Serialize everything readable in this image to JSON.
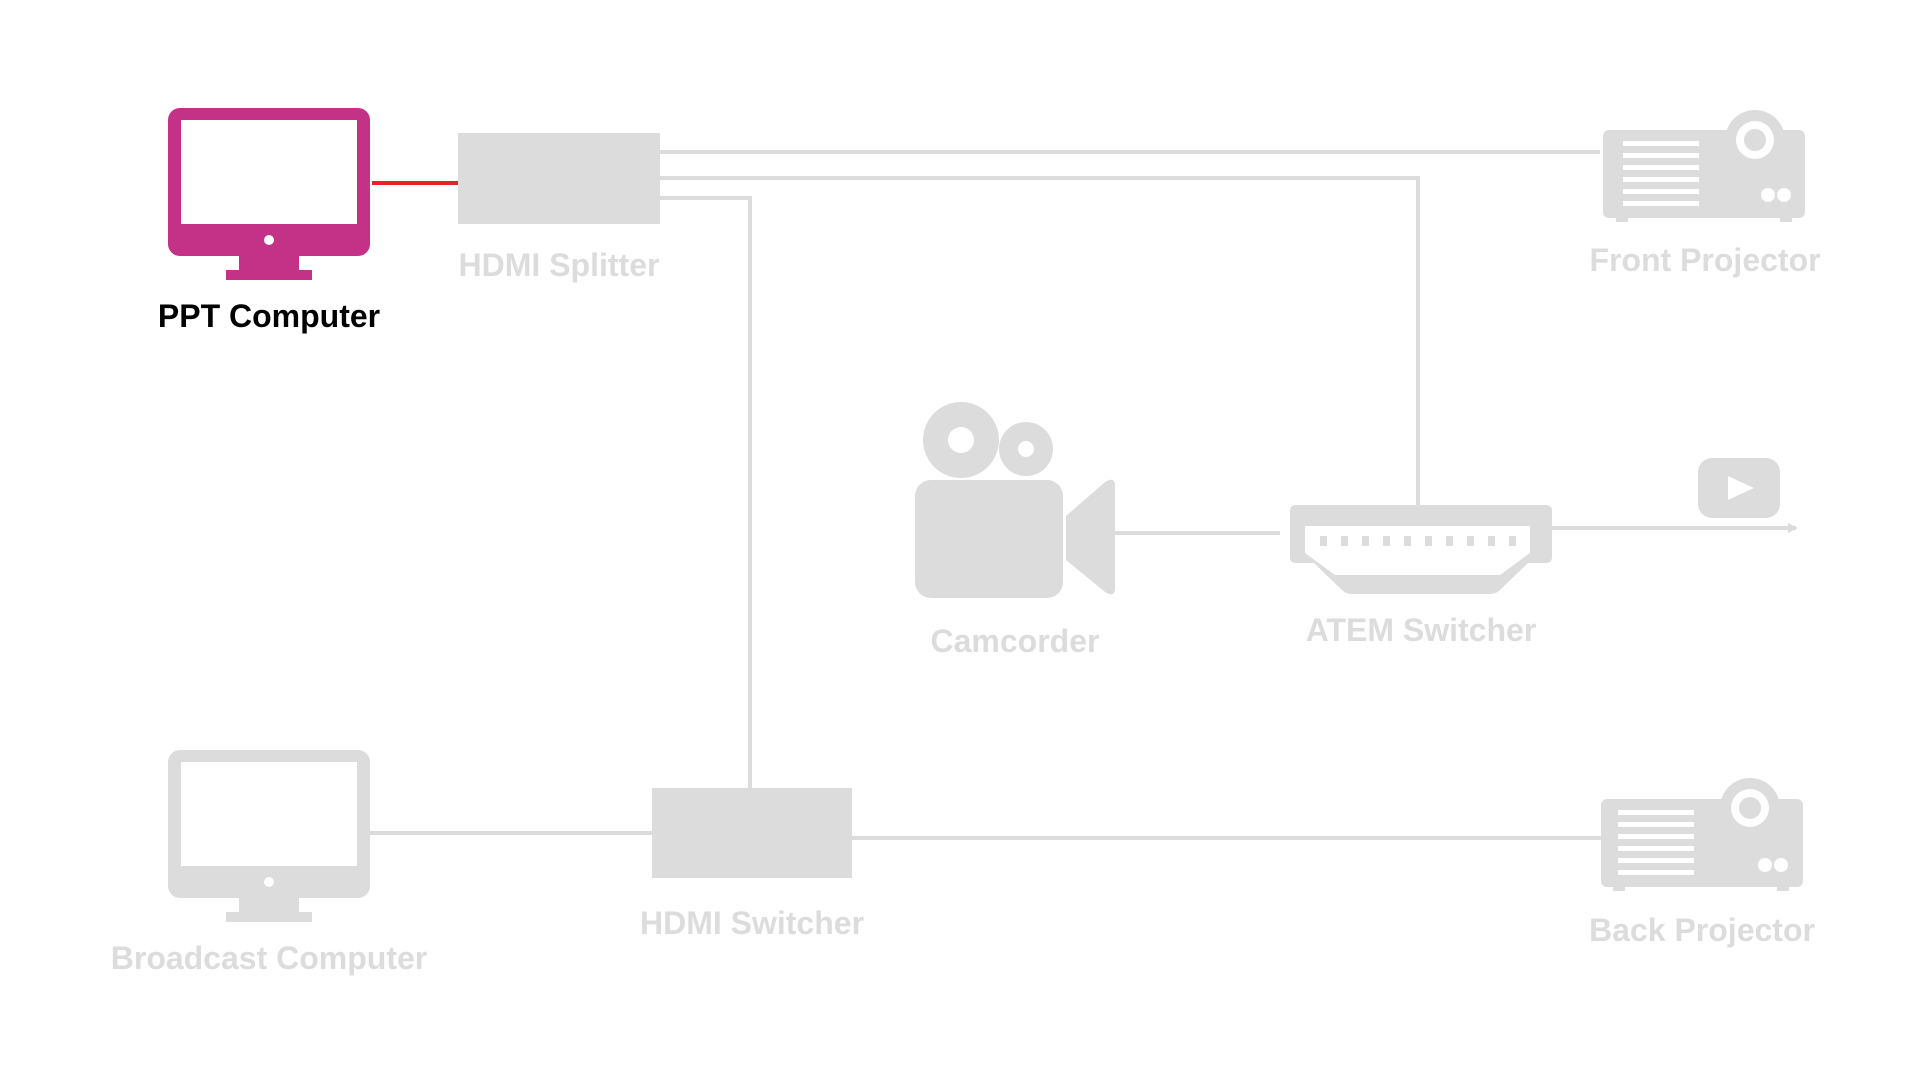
{
  "colors": {
    "inactive": "#dcdcdc",
    "active_device": "#c33286",
    "active_wire": "#e8202a",
    "active_label": "#000000",
    "background": "#ffffff"
  },
  "nodes": {
    "ppt_computer": {
      "label": "PPT Computer",
      "icon": "monitor-icon",
      "active": true
    },
    "hdmi_splitter": {
      "label": "HDMI Splitter",
      "icon": "splitter-box",
      "active": false
    },
    "front_projector": {
      "label": "Front Projector",
      "icon": "projector-icon",
      "active": false
    },
    "camcorder": {
      "label": "Camcorder",
      "icon": "video-camera-icon",
      "active": false
    },
    "atem_switcher": {
      "label": "ATEM Switcher",
      "icon": "hdmi-port-icon",
      "active": false
    },
    "stream_output": {
      "label": "",
      "icon": "youtube-play-icon",
      "active": false
    },
    "broadcast_computer": {
      "label": "Broadcast Computer",
      "icon": "monitor-icon",
      "active": false
    },
    "hdmi_switcher": {
      "label": "HDMI Switcher",
      "icon": "switcher-box",
      "active": false
    },
    "back_projector": {
      "label": "Back Projector",
      "icon": "projector-icon",
      "active": false
    }
  },
  "connections": [
    {
      "from": "ppt_computer",
      "to": "hdmi_splitter",
      "active": true
    },
    {
      "from": "hdmi_splitter",
      "to": "front_projector",
      "active": false
    },
    {
      "from": "hdmi_splitter",
      "to": "atem_switcher",
      "active": false
    },
    {
      "from": "hdmi_splitter",
      "to": "hdmi_switcher",
      "active": false
    },
    {
      "from": "camcorder",
      "to": "atem_switcher",
      "active": false
    },
    {
      "from": "atem_switcher",
      "to": "stream_output",
      "active": false
    },
    {
      "from": "broadcast_computer",
      "to": "hdmi_switcher",
      "active": false
    },
    {
      "from": "hdmi_switcher",
      "to": "back_projector",
      "active": false
    }
  ]
}
